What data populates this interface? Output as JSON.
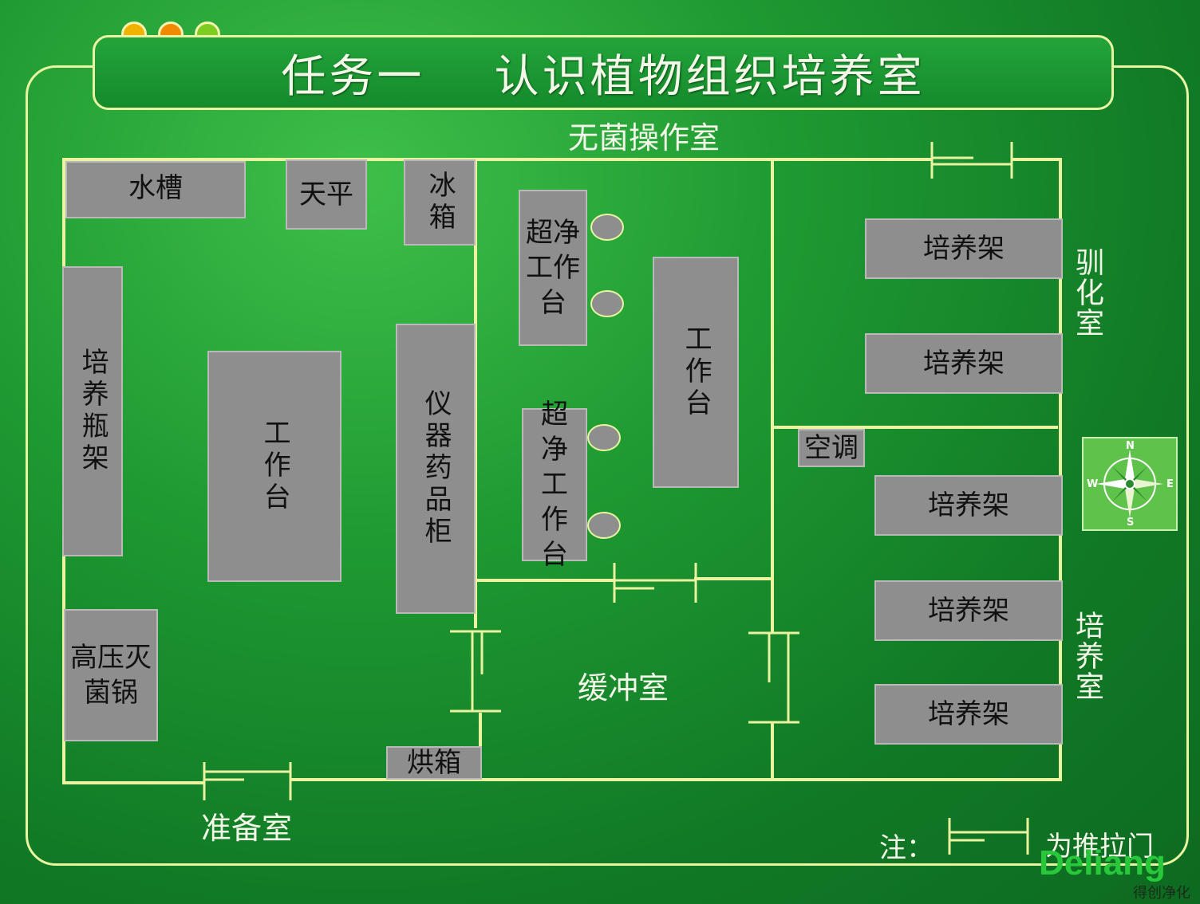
{
  "title": "任务一    认识植物组织培养室",
  "rooms": {
    "aseptic": "无菌操作室",
    "prep": "准备室",
    "buffer": "缓冲室",
    "acclimation": "驯化室",
    "culture": "培养室"
  },
  "equipment": {
    "sink": "水槽",
    "balance": "天平",
    "fridge": "冰箱",
    "bottle_rack": "培养瓶架",
    "workbench_left": "工作台",
    "instrument_cabinet": "仪器药品柜",
    "clean_bench_1": "超净工作台",
    "clean_bench_2": "超净工作台",
    "workbench_right": "工作台",
    "autoclave": "高压灭菌锅",
    "oven": "烘箱",
    "aircon": "空调",
    "rack_1": "培养架",
    "rack_2": "培养架",
    "rack_3": "培养架",
    "rack_4": "培养架",
    "rack_5": "培养架"
  },
  "compass": {
    "n": "N",
    "s": "S",
    "e": "E",
    "w": "W"
  },
  "note": {
    "prefix": "注：",
    "suffix": "为推拉门"
  },
  "logo": {
    "main": "Deliang",
    "sub": "得创净化"
  },
  "colors": {
    "wall": "#eaf3a0",
    "furniture": "#8e8e8e",
    "background": "#1f9a32"
  },
  "dots": [
    "#f0b400",
    "#f08a00",
    "#7fcc20"
  ]
}
